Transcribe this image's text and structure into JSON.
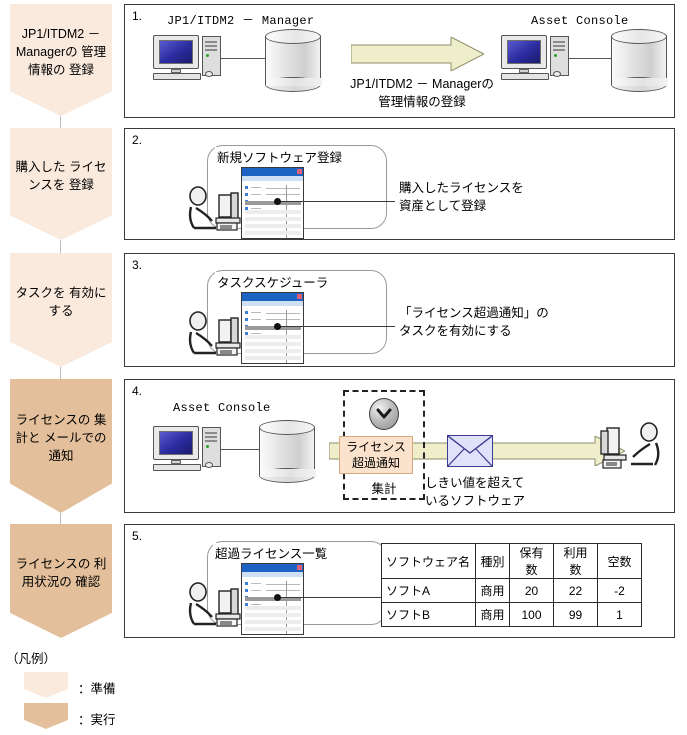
{
  "flow": {
    "steps": [
      {
        "num": "1.",
        "phase_label": "JP1/ITDM2 －\nManagerの\n管理情報の\n登録",
        "phase_kind": "prep"
      },
      {
        "num": "2.",
        "phase_label": "購入した\nライセンスを\n登録",
        "phase_kind": "prep"
      },
      {
        "num": "3.",
        "phase_label": "タスクを\n有効にする",
        "phase_kind": "prep"
      },
      {
        "num": "4.",
        "phase_label": "ライセンスの\n集計と\nメールでの通知",
        "phase_kind": "exec"
      },
      {
        "num": "5.",
        "phase_label": "ライセンスの\n利用状況の\n確認",
        "phase_kind": "exec"
      }
    ]
  },
  "step1": {
    "source_label": "JP1/ITDM2 － Manager",
    "target_label": "Asset Console",
    "arrow_caption": "JP1/ITDM2 － Managerの\n管理情報の登録"
  },
  "step2": {
    "window_title": "新規ソフトウェア登録",
    "caption": "購入したライセンスを\n資産として登録"
  },
  "step3": {
    "window_title": "タスクスケジューラ",
    "caption": "「ライセンス超過通知」の\nタスクを有効にする"
  },
  "step4": {
    "server_label": "Asset Console",
    "task_label": "ライセンス\n超過通知",
    "aggregate_label": "集計",
    "mail_caption": "しきい値を超えて\nいるソフトウェア"
  },
  "step5": {
    "window_title": "超過ライセンス一覧",
    "table": {
      "headers": [
        "ソフトウェア名",
        "種別",
        "保有数",
        "利用数",
        "空数"
      ],
      "rows": [
        [
          "ソフトA",
          "商用",
          "20",
          "22",
          "-2"
        ],
        [
          "ソフトB",
          "商用",
          "100",
          "99",
          "1"
        ]
      ]
    }
  },
  "legend": {
    "title": "（凡例）",
    "items": [
      {
        "label": "：準備",
        "kind": "prep"
      },
      {
        "label": "：実行",
        "kind": "exec"
      }
    ]
  },
  "colors": {
    "prep": "#faeade",
    "exec": "#e3c09b",
    "arrow_fill": "#eeeecb",
    "notif_fill": "#fbe2cd",
    "window_titlebar": "#1c63c4",
    "mail_fill": "#dfe2fa"
  }
}
